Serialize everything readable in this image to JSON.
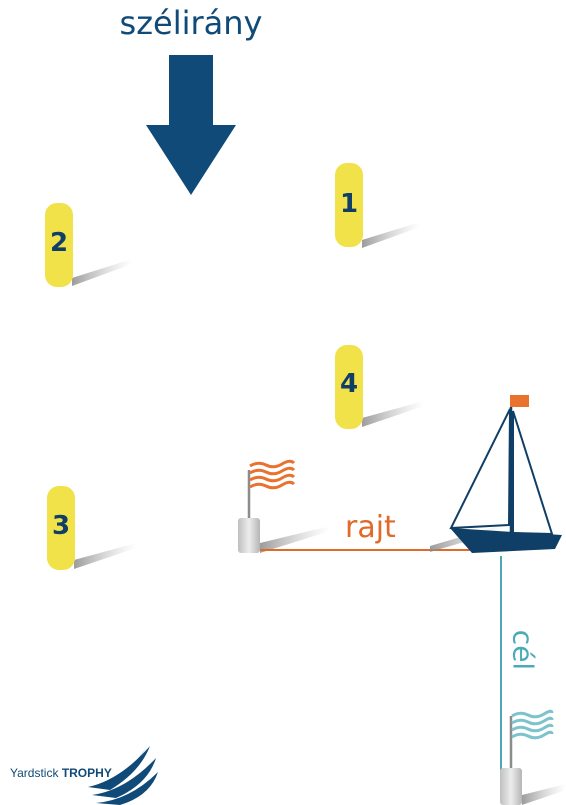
{
  "wind": {
    "label": "szélirány"
  },
  "marks": [
    {
      "id": "mark-1",
      "label": "1"
    },
    {
      "id": "mark-2",
      "label": "2"
    },
    {
      "id": "mark-3",
      "label": "3"
    },
    {
      "id": "mark-4",
      "label": "4"
    }
  ],
  "start_line": {
    "label": "rajt"
  },
  "finish_line": {
    "label": "cél"
  },
  "brand": {
    "prefix": "Yardstick",
    "name": "TROPHY"
  },
  "colors": {
    "wind_arrow": "#0f4a78",
    "mark_fill": "#f2e24a",
    "mark_number": "#0f3e66",
    "start_line": "#e06a2a",
    "finish_line": "#4aaab8",
    "start_flag": "#e8722e",
    "finish_flag": "#7cc3cc",
    "boat": "#0f3e66"
  }
}
